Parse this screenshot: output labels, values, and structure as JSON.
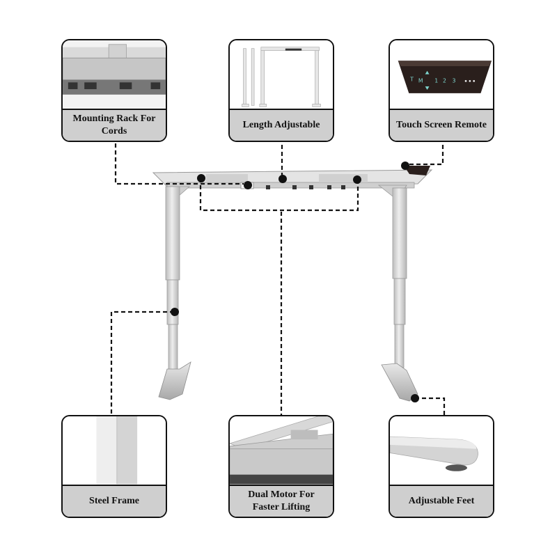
{
  "features": {
    "mounting_rack": {
      "label": "Mounting Rack For Cords"
    },
    "length_adjustable": {
      "label": "Length Adjustable"
    },
    "touch_screen": {
      "label": "Touch Screen Remote",
      "remote_keys": [
        "T",
        "M",
        "1",
        "2",
        "3"
      ]
    },
    "steel_frame": {
      "label": "Steel Frame"
    },
    "dual_motor": {
      "label": "Dual Motor For Faster Lifting"
    },
    "adjustable_feet": {
      "label": "Adjustable Feet"
    }
  },
  "colors": {
    "frame": "#d9d9d9",
    "label_bg": "#cfcfcf",
    "border": "#111111",
    "remote": "#2a1f1c"
  }
}
